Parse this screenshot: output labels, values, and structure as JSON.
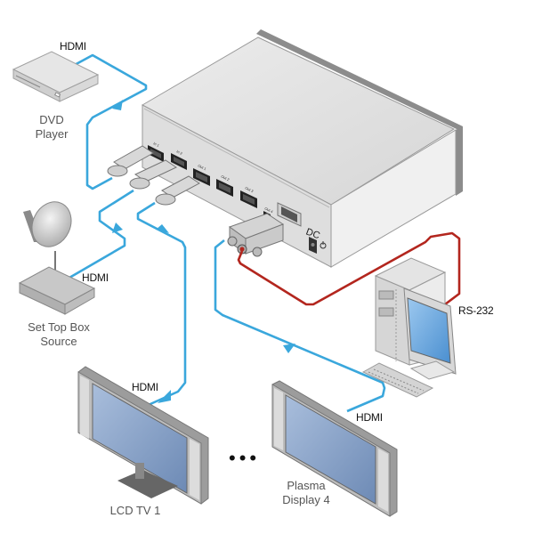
{
  "diagram": {
    "title": "HDMI distribution amplifier connection diagram",
    "colors": {
      "hdmi_cable": "#3aa7dc",
      "rs232_cable": "#b3261e",
      "device_body": "#e2e2e2",
      "screen": "#7f9dc4"
    },
    "switcher": {
      "ports": [
        "In 1",
        "In 2",
        "Out 1",
        "Out 2",
        "Out 3",
        "Out 4"
      ],
      "rs232_port": "RS-232",
      "power_label": "DC"
    },
    "devices": {
      "dvd": {
        "line1": "DVD",
        "line2": "Player",
        "icon": "dvd-player-icon"
      },
      "stb": {
        "line1": "Set Top Box",
        "line2": "Source",
        "icon": "satellite-dish-icon"
      },
      "lcd": {
        "line1": "LCD TV 1",
        "icon": "tv-icon"
      },
      "plasma": {
        "line1": "Plasma",
        "line2": "Display 4",
        "icon": "tv-icon"
      },
      "pc": {
        "icon": "computer-icon"
      }
    },
    "cables": {
      "dvd": "HDMI",
      "stb": "HDMI",
      "lcd": "HDMI",
      "plasma": "HDMI",
      "pc": "RS-232"
    },
    "ellipsis": "•••"
  }
}
